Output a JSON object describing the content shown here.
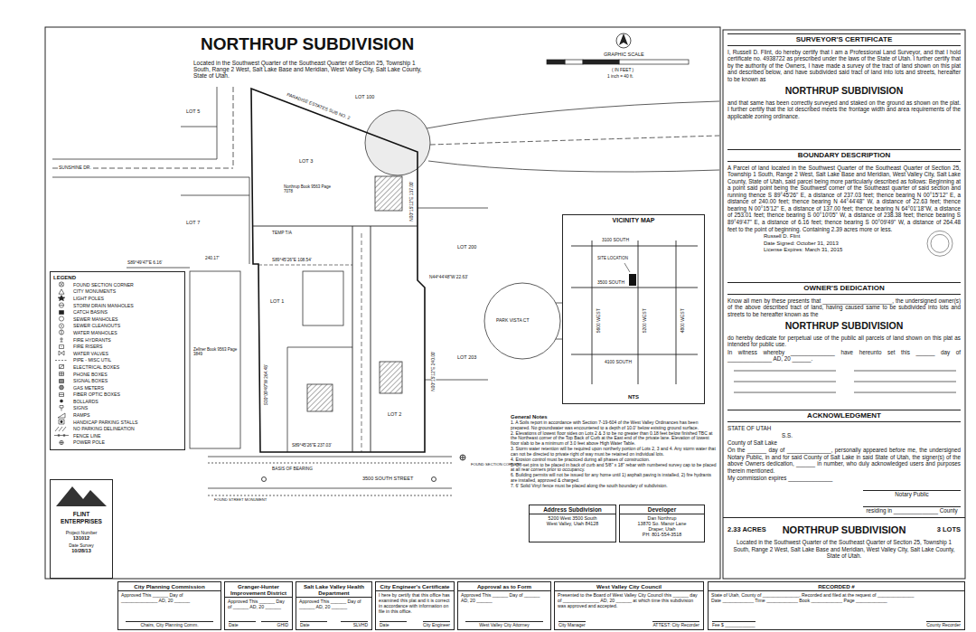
{
  "diagram": {
    "title": "NORTHRUP SUBDIVISION",
    "nodes": [
      {
        "text": [
          "LEGEND"
        ]
      },
      {
        "text": [
          "VICINITY MAP",
          "NTS"
        ]
      },
      {
        "text": [
          "Address Subdivision",
          "5200 West 3500 South",
          "West Valley, Utah 84128"
        ]
      },
      {
        "text": [
          "Developer",
          "Dan Northrup",
          "13870 So. Manor Lane",
          "Draper, Utah",
          "PH: 801-554-3518"
        ]
      },
      {
        "text": [
          "FLINT ENTERPRISES",
          "Project Number",
          "131012",
          "Date Survey",
          "10/28/13"
        ]
      },
      {
        "text": [
          "SURVEYOR'S CERTIFICATE",
          "I, Russell D. Flint, do hereby certify that I am a Professional Land Surveyor, and that I hold certificate no. 4938722 as prescribed under the laws of the State of Utah. I further certify that by the authority of the Owners, I have made a survey of the tract of land shown on this plat and described below, and have subdivided said tract of land into lots and streets, hereafter to be known as",
          "NORTHRUP SUBDIVISION",
          "and that same has been correctly surveyed and staked on the ground as shown on the plat. I further certify that the lot described meets the frontage width and area requirements of the applicable zoning ordinance."
        ]
      },
      {
        "text": [
          "BOUNDARY DESCRIPTION",
          "A Parcel of land located in the Southwest Quarter of the Southeast Quarter of Section 25, Township 1 South, Range 2 West, Salt Lake Base and Meridian, West Valley City, Salt Lake County, State of Utah, said parcel being more particularly described as follows: Beginning at a point said point being the Southwest corner of the Southeast quarter of said section and running thence S 89°45'26\" E, a distance of 237.03 feet; thence bearing N 00°15'12\" E, a distance of 240.00 feet; thence bearing N 44°44'48\" W, a distance of 22.63 feet; thence bearing N 00°15'12\" E, a distance of 137.00 feet; thence bearing N 64°01'18\"W, a distance of 253.01 feet; thence bearing S 00°10'05\" W, a distance of 238.38 feet; thence bearing S 89°49'47\" E, a distance of 6.16 feet; thence bearing S 00°09'49\" W, a distance of 264.48 feet to the point of beginning. Containing 2.39 acres more or less.",
          "Russell D. Flint",
          "Date Signed: October 31, 2013",
          "License Expires: March 31, 2015"
        ]
      },
      {
        "text": [
          "OWNER'S DEDICATION",
          "Know all men by these presents that ______________________, the undersigned owner(s) of the above described tract of land, having caused same to be subdivided into lots and streets to be hereafter known as the",
          "NORTHRUP SUBDIVISION",
          "do hereby dedicate for perpetual use of the public all parcels of land shown on this plat as intended for public use.",
          "In witness whereby ______________ have hereunto set this ______ day of ______________ AD, 20 ______."
        ]
      },
      {
        "text": [
          "ACKNOWLEDGMENT",
          "STATE OF UTAH",
          "S.S.",
          "County of Salt Lake",
          "On the ______ day of ______________, personally appeared before me, the undersigned Notary Public, in and for said County of Salt Lake in said State of Utah, the signer(s) of the above Owners dedication, ______ in number, who duly acknowledged users and purposes therein mentioned.",
          "My commission expires ______________",
          "Notary Public",
          "residing in ______________ County"
        ]
      },
      {
        "text": [
          "2.33 ACRES",
          "NORTHRUP SUBDIVISION",
          "3 LOTS",
          "Located in the Southwest Quarter of the Southeast Quarter of Section 25, Township 1 South, Range 2 West, Salt Lake Base and Meridian, West Valley City, Salt Lake County, State of Utah."
        ]
      },
      {
        "text": [
          "City Planning Commission",
          "Approved This ______ Day of ______________ AD, 20 ______",
          "Chairs, City Planning Comm."
        ]
      },
      {
        "text": [
          "Granger-Hunter Improvement District",
          "Approved This ______ Day of ______ AD, 20 ______",
          "Date",
          "GHID"
        ]
      },
      {
        "text": [
          "Salt Lake Valley Health Department",
          "Approved This ______ Day of ______ AD, 20 ______",
          "Date",
          "SLVHD"
        ]
      },
      {
        "text": [
          "City Engineer's Certificate",
          "I here by certify that this office has examined this plat and it is correct in accordance with information on file in this office.",
          "Date",
          "City Engineer"
        ]
      },
      {
        "text": [
          "Approval as to Form",
          "Approved This ______ Day of ______ AD, 20 ______",
          "West Valley City Attorney"
        ]
      },
      {
        "text": [
          "West Valley City Council",
          "Presented to the Board of West Valley City Council this ______ day of ______________ AD, 20 ______ at which time this subdivision was approved and accepted.",
          "City Manager",
          "ATTEST: City Recorder"
        ]
      },
      {
        "text": [
          "RECORDED #",
          "State of Utah, County of ______________, Recorded and filed at the request of ______________",
          "Date ____________ Time ____________ Book ____________ Page ____________",
          "Fee $ ____________",
          "County Recorder"
        ]
      }
    ],
    "labels": [
      "Located in the Southwest Quarter of the Southeast Quarter of Section 25, Township 1 South, Range 2 West, Salt Lake Base and Meridian, West Valley City, Salt Lake County, State of Utah.",
      "GRAPHIC SCALE",
      "( IN FEET )",
      "1 inch = 40 ft.",
      "LOT 5",
      "LOT 7",
      "SUNSHINE DR.",
      "PARADISE ESTATES SUB NO. 2",
      "LOT 100",
      "LOT 200",
      "LOT 203",
      "PARK VISTA CT",
      "LOT 1",
      "LOT 2",
      "LOT 3",
      "S89°45'26\"E 108.54'",
      "S89°49'47\"E 6.16'",
      "N44°44'48\"W 22.63'",
      "S89°45'26\"E 237.03'",
      "BASIS OF BEARING",
      "3500 SOUTH STREET",
      "FOUND STREET MONUMENT",
      "FOUND SECTION CORNER",
      "TEMP T/A",
      "Zellner Book 9563 Page 3849",
      "Northrup Book 9563 Page 7078",
      "240.17'",
      "N00°15'12\"E 240.00'",
      "N00°15'12\"E 137.00'",
      "S00°09'49\"W 264.48'",
      "3100 SOUTH",
      "3500 SOUTH",
      "4100 SOUTH",
      "5600 WEST",
      "5200 WEST",
      "4800 WEST",
      "SITE LOCATION",
      "General Notes",
      "1. A Soils report in accordance with Section 7-19-604 of the West Valley Ordinances has been prepared. No groundwater was encountered to a depth of 10.0' below existing ground surface.",
      "2. Elevations of lowest floor sides on Lots 2 & 3 to be no greater than 0.18 feet below finished TBC at the Northeast corner of the Top Back of Curb at the East end of the private lane. Elevation of lowest floor slab to be a minimum of 3.0 feet above High Water Table.",
      "3. Storm water retention will be required upon northerly portion of Lots 2, 3 and 4. Any storm water that can not be directed to private right of way must be retained on individual lots.",
      "4. Erosion control must be practiced during all phases of construction.",
      "5. Off-set pins to be placed in back of curb and 5/8\" x 18\" rebar with numbered survey cap to be placed at all rear corners prior to occupancy.",
      "6. Building permits will not be issued for any home until 1) asphalt paving is installed, 2) fire hydrants are installed, approved & charged.",
      "7. 6' Solid Vinyl fence must be placed along the south boundary of subdivision."
    ],
    "legend": [
      {
        "text": "FOUND SECTION CORNER"
      },
      {
        "text": "CITY MONUMENTS"
      },
      {
        "text": "LIGHT POLES"
      },
      {
        "text": "STORM DRAIN MANHOLES"
      },
      {
        "text": "CATCH BASINS"
      },
      {
        "text": "SEWER MANHOLES"
      },
      {
        "text": "SEWER CLEANOUTS"
      },
      {
        "text": "WATER MANHOLES"
      },
      {
        "text": "FIRE HYDRANTS"
      },
      {
        "text": "FIRE RISERS"
      },
      {
        "text": "WATER VALVES"
      },
      {
        "text": "PIPE - MISC UTIL"
      },
      {
        "text": "ELECTRICAL BOXES"
      },
      {
        "text": "PHONE BOXES"
      },
      {
        "text": "SIGNAL BOXES"
      },
      {
        "text": "GAS METERS"
      },
      {
        "text": "FIBER OPTIC BOXES"
      },
      {
        "text": "BOLLARDS"
      },
      {
        "text": "SIGNS"
      },
      {
        "text": "RAMPS"
      },
      {
        "text": "HANDICAP PARKING STALLS"
      },
      {
        "text": "NO PARKING DELINEATION"
      },
      {
        "text": "FENCE LINE"
      },
      {
        "text": "POWER POLE"
      }
    ]
  }
}
